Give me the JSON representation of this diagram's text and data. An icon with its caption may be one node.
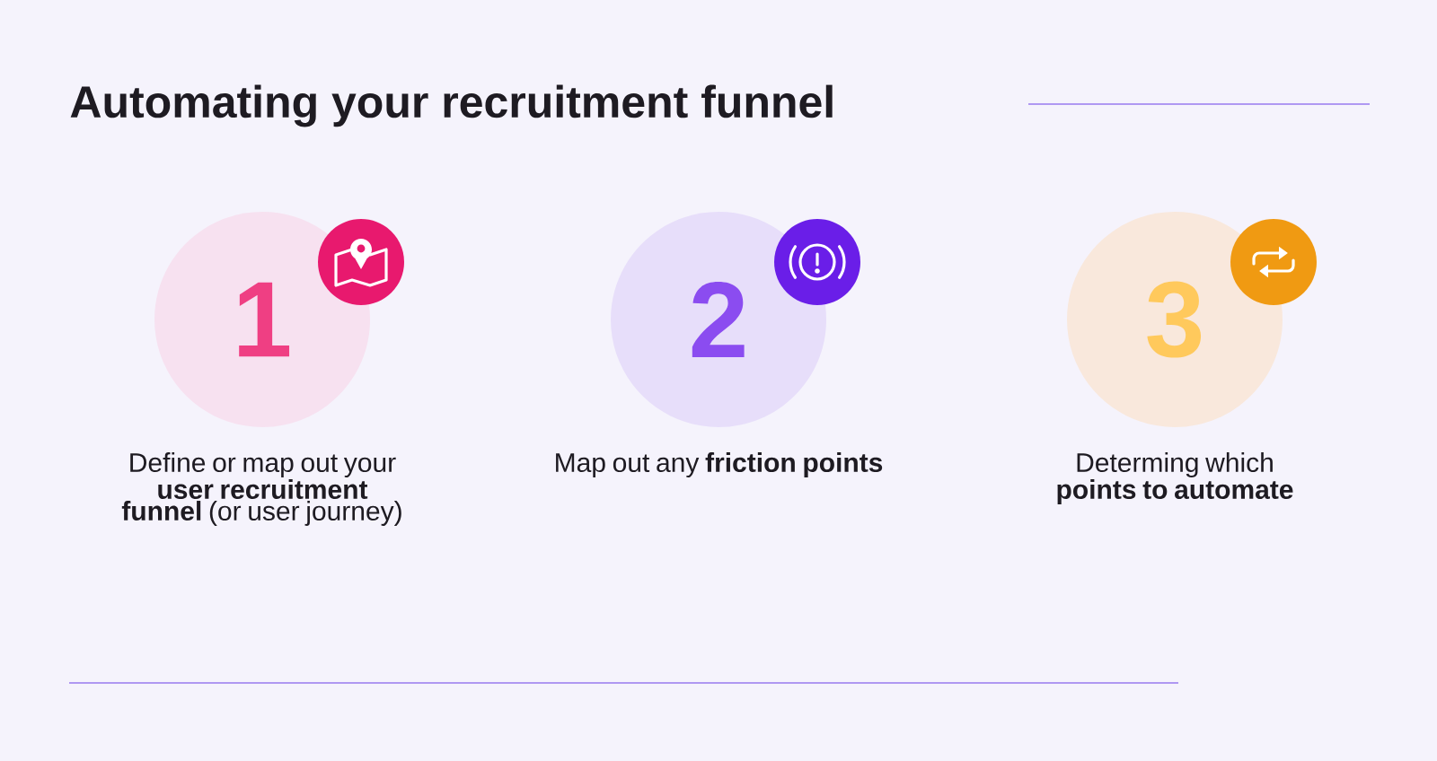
{
  "diagram": {
    "title": "Automating your recruitment funnel",
    "nodes": [
      {
        "text": [
          "1"
        ],
        "beside": [
          "Define or map out your **user recruitment funnel** (or user journey)"
        ]
      },
      {
        "text": [
          "2"
        ],
        "beside": [
          "Map out any **friction points**"
        ]
      },
      {
        "text": [
          "3"
        ],
        "beside": [
          "Determing which **points to automate**"
        ]
      }
    ]
  }
}
